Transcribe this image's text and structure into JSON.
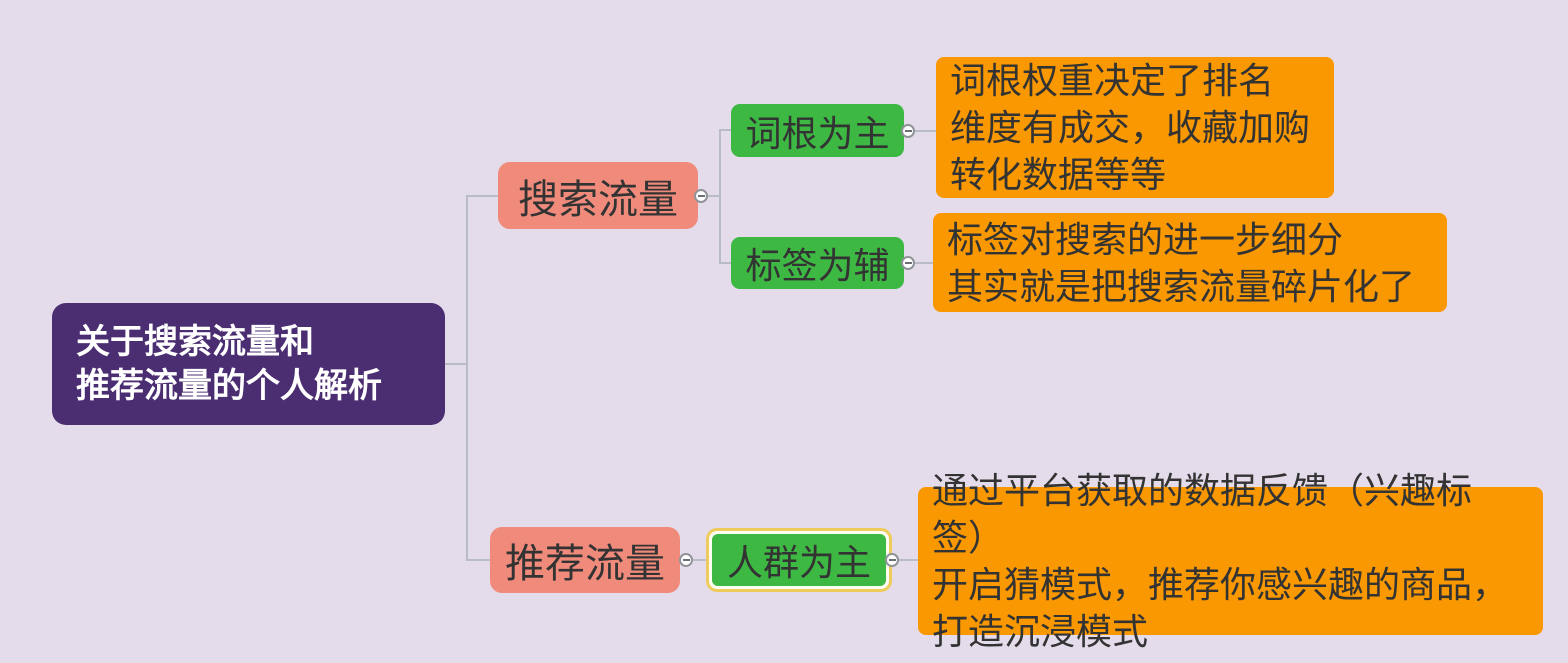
{
  "colors": {
    "bg": "#e4dcea",
    "purple": "#4b2e72",
    "salmon": "#f08b7c",
    "green": "#3db843",
    "orange": "#f99800",
    "textDark": "#333333",
    "textLight": "#ffffff",
    "line": "#b9bcc6",
    "circleBorder": "#8f9499",
    "selectionYellow": "#eecb5a",
    "selectionGap": "#fdfdf2"
  },
  "nodes": {
    "root": {
      "label": "关于搜索流量和\n推荐流量的个人解析"
    },
    "search": {
      "label": "搜索流量"
    },
    "rootword": {
      "label": "词根为主"
    },
    "rootword_note": {
      "label": "词根权重决定了排名\n维度有成交，收藏加购\n转化数据等等"
    },
    "tagaux": {
      "label": "标签为辅"
    },
    "tagaux_note": {
      "label": "标签对搜索的进一步细分\n其实就是把搜索流量碎片化了"
    },
    "recommend": {
      "label": "推荐流量"
    },
    "crowd": {
      "label": "人群为主"
    },
    "crowd_note": {
      "label": "通过平台获取的数据反馈（兴趣标签）\n开启猜模式，推荐你感兴趣的商品，\n打造沉浸模式"
    }
  }
}
